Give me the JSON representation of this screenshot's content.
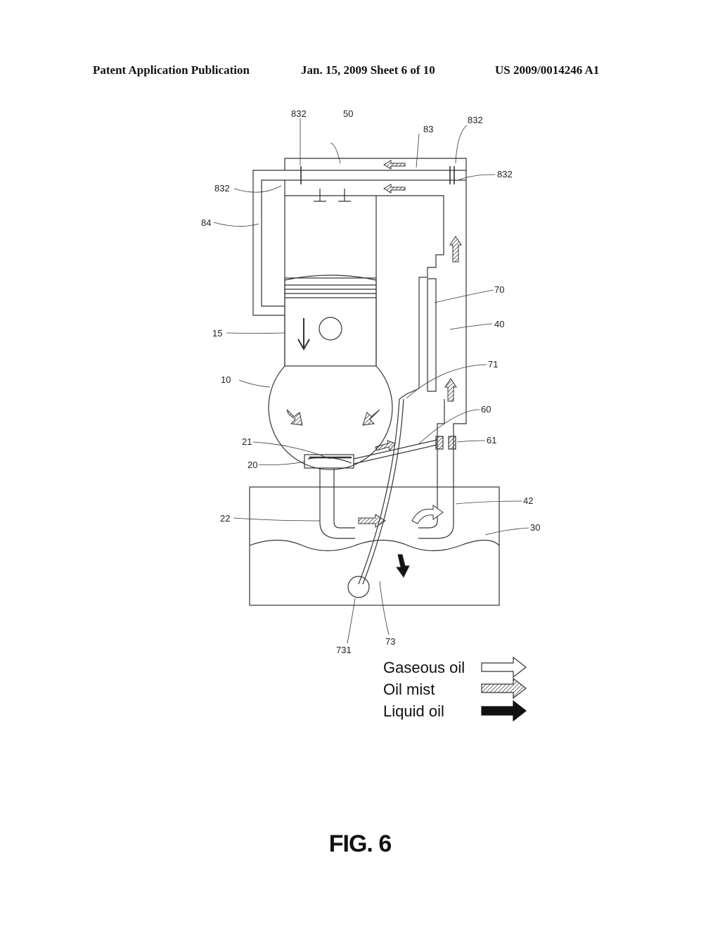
{
  "header": {
    "publication": "Patent Application Publication",
    "date_sheet": "Jan. 15, 2009   Sheet 6 of 10",
    "number": "US 2009/0014246 A1"
  },
  "labels": {
    "l832_top_left": "832",
    "l50": "50",
    "l83": "83",
    "l832_top_right": "832",
    "l832_left": "832",
    "l832_right": "832",
    "l84": "84",
    "l70": "70",
    "l40": "40",
    "l15": "15",
    "l71": "71",
    "l10": "10",
    "l60": "60",
    "l61": "61",
    "l21": "21",
    "l20": "20",
    "l42": "42",
    "l22": "22",
    "l30": "30",
    "l731": "731",
    "l73": "73"
  },
  "legend": {
    "gaseous": "Gaseous oil",
    "mist": "Oil mist",
    "liquid": "Liquid oil"
  },
  "caption": "FIG. 6"
}
